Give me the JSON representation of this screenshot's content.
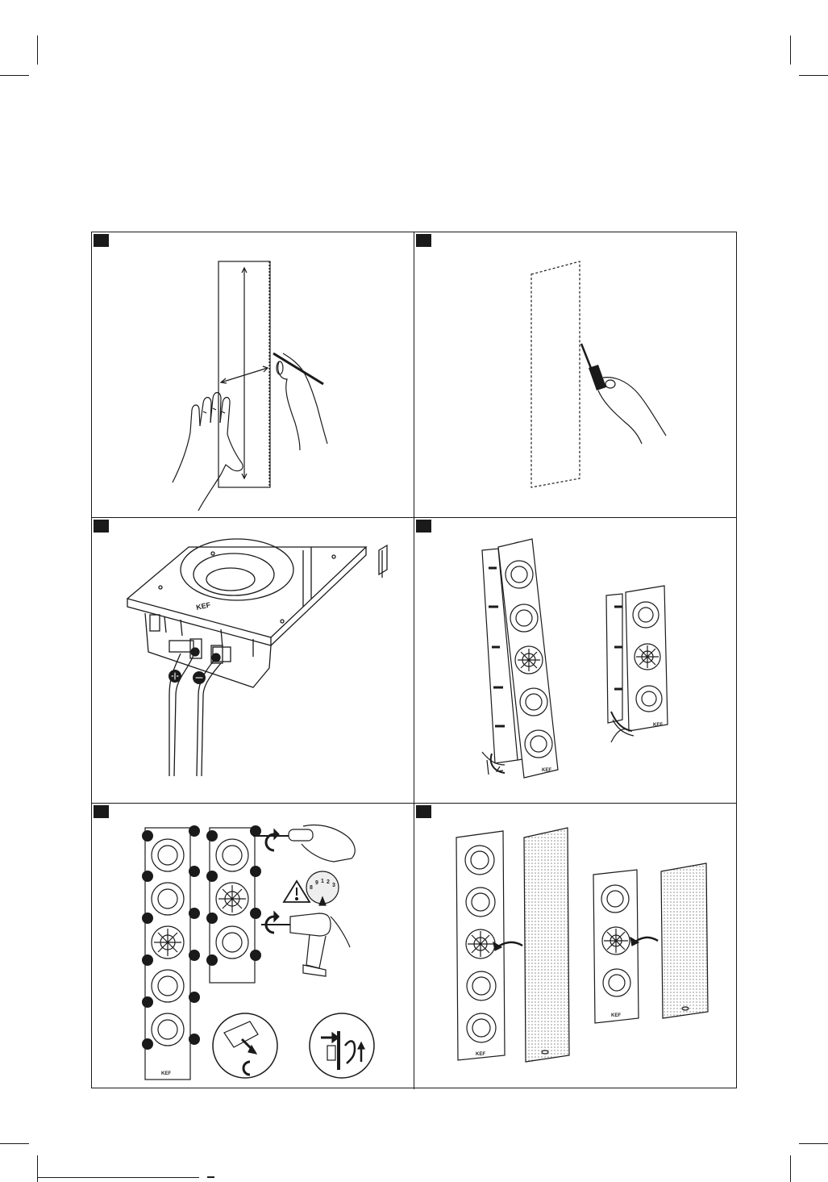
{
  "document": {
    "page_title": "",
    "steps": [
      {
        "id": 1,
        "description": "",
        "logo": ""
      },
      {
        "id": 2,
        "description": "",
        "logo": ""
      },
      {
        "id": 3,
        "description": "",
        "logo": "KEF",
        "polarity": [
          "+",
          "-"
        ]
      },
      {
        "id": 4,
        "description": "",
        "logo": "KEF"
      },
      {
        "id": 5,
        "description": "",
        "logo": "KEF",
        "torque_settings": [
          "8",
          "9",
          "1",
          "2",
          "3"
        ]
      },
      {
        "id": 6,
        "description": "",
        "logo": "KEF"
      }
    ]
  },
  "colors": {
    "ink": "#1a1a1a",
    "paper": "#ffffff",
    "grille": "#dcdcdc"
  }
}
